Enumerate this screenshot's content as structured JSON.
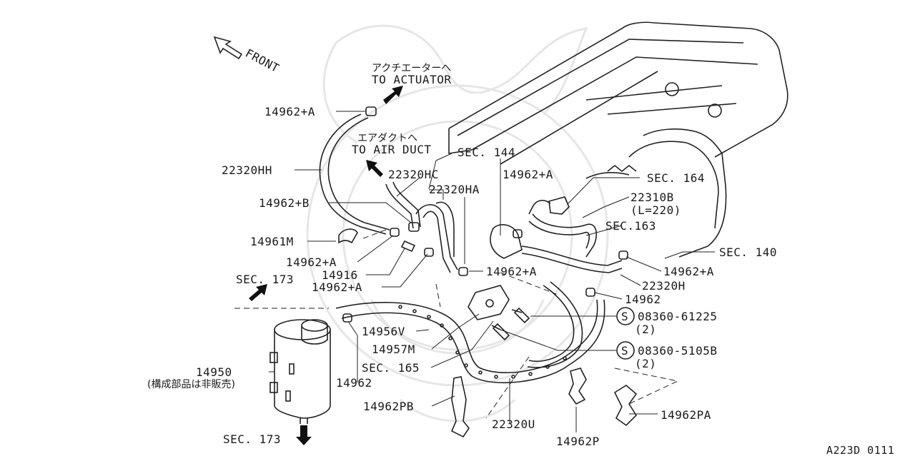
{
  "diagram": {
    "front_label": "FRONT",
    "to_actuator_jp": "アクチエーターへ",
    "to_actuator_en": "TO ACTUATOR",
    "to_air_duct_jp": "エアダクトへ",
    "to_air_duct_en": "TO AIR DUCT",
    "labels": {
      "p14962A_top": "14962+A",
      "p22320HH": "22320HH",
      "p14962B": "14962+B",
      "p14961M": "14961M",
      "p14962A_left": "14962+A",
      "p14916": "14916",
      "p14962A_left2": "14962+A",
      "sec173_top": "SEC. 173",
      "p22320HC": "22320HC",
      "p22320HA": "22320HA",
      "sec144": "SEC. 144",
      "p14962A_mid": "14962+A",
      "sec164": "SEC. 164",
      "p22310B": "22310B",
      "p22310B_len": "(L=220)",
      "sec163": "SEC.163",
      "sec140": "SEC. 140",
      "p14962A_right": "14962+A",
      "p14962A_center": "14962+A",
      "p22320H": "22320H",
      "p14962_right": "14962",
      "bolt1": "08360-61225",
      "bolt1_qty": "(2)",
      "p14956V": "14956V",
      "bolt2": "08360-5105B",
      "bolt2_qty": "(2)",
      "p14957M": "14957M",
      "sec165": "SEC. 165",
      "p14950": "14950",
      "p14950_note": "(構成部品は非販売)",
      "p14962_bottom": "14962",
      "p14962PB": "14962PB",
      "p22320U": "22320U",
      "p14962PA": "14962PA",
      "p14962P": "14962P",
      "sec173_bottom": "SEC. 173",
      "s_symbol": "S",
      "diagram_code": "A223D 0111"
    }
  }
}
